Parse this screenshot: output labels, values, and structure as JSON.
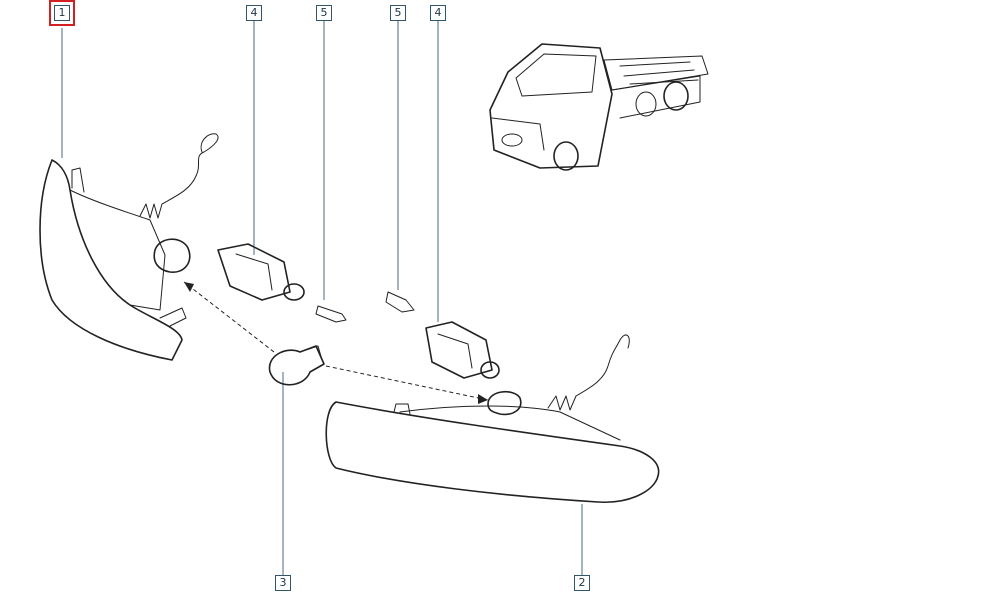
{
  "callouts": [
    {
      "id": "1",
      "highlighted": true
    },
    {
      "id": "4"
    },
    {
      "id": "5"
    },
    {
      "id": "5"
    },
    {
      "id": "4"
    },
    {
      "id": "3"
    },
    {
      "id": "2"
    }
  ],
  "colors": {
    "line": "#222222",
    "callout_border": "#33556a",
    "highlight": "#d22020",
    "lens_hatch": "#bbbbbb",
    "background": "#ffffff"
  }
}
